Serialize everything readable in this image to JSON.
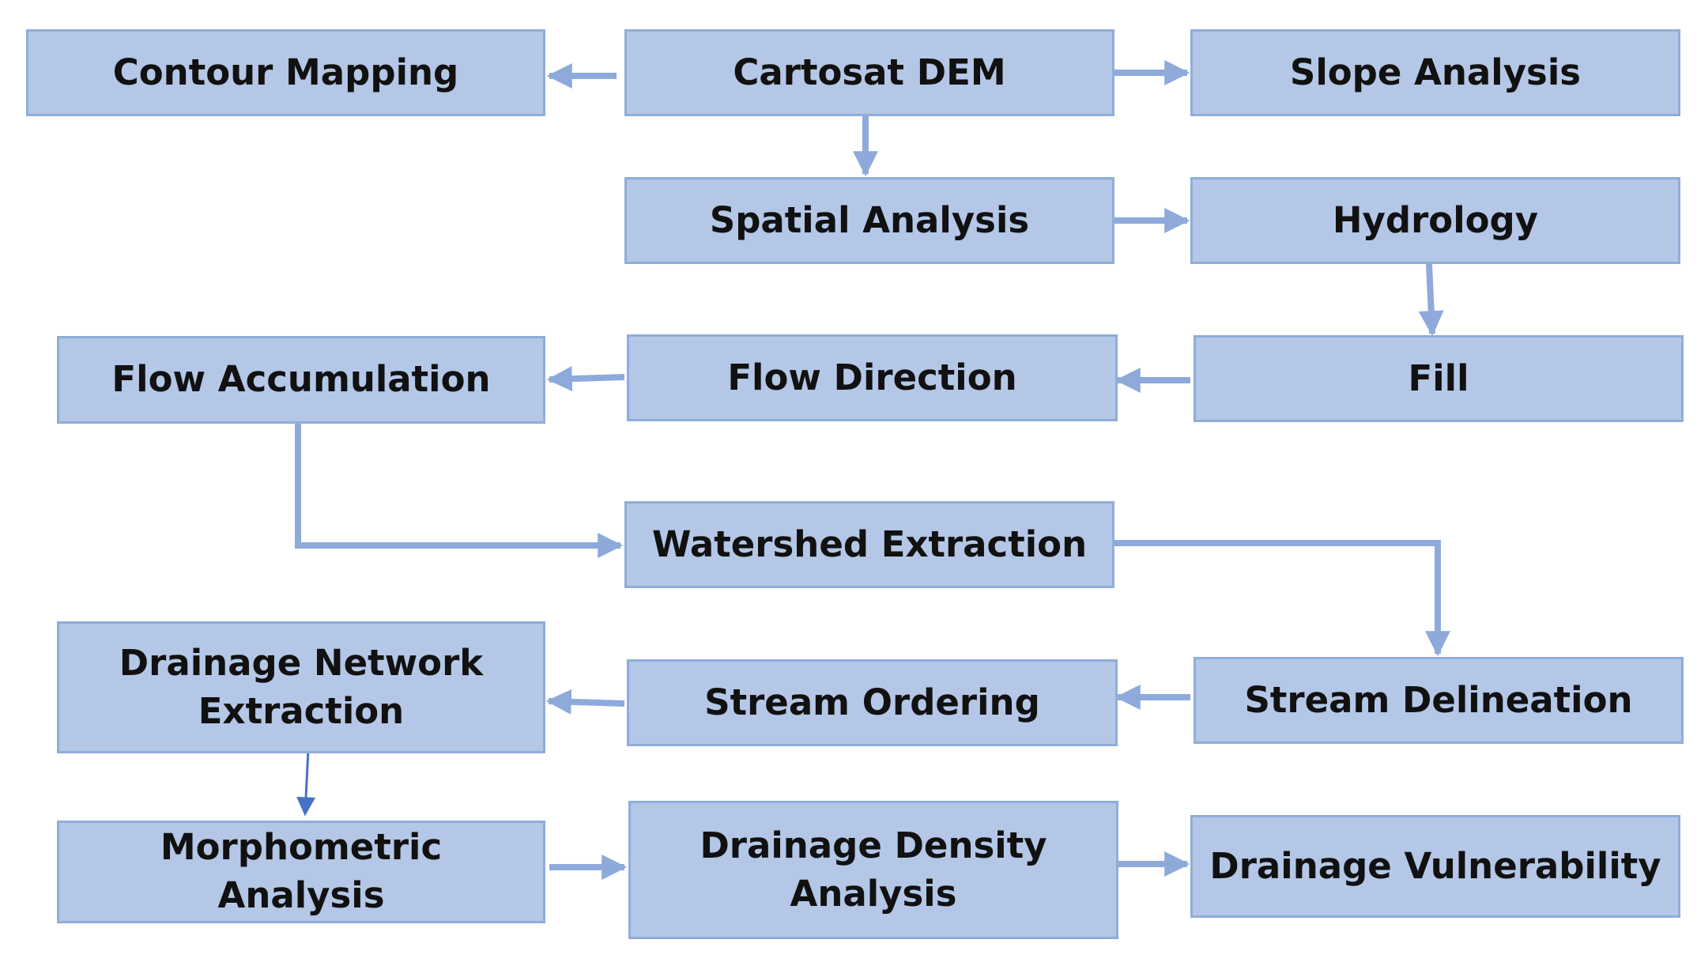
{
  "diagram": {
    "type": "flowchart",
    "colors": {
      "node_fill": "#b4c7e7",
      "node_border": "#8fadd9",
      "arrow": "#8eaadb",
      "arrow_thin": "#4472c4",
      "text": "#111111"
    },
    "nodes": {
      "contour_mapping": "Contour Mapping",
      "cartosat_dem": "Cartosat DEM",
      "slope_analysis": "Slope Analysis",
      "spatial_analysis": "Spatial Analysis",
      "hydrology": "Hydrology",
      "flow_accumulation": "Flow Accumulation",
      "flow_direction": "Flow Direction",
      "fill": "Fill",
      "watershed_extraction": "Watershed Extraction",
      "drainage_network_extraction": "Drainage Network\nExtraction",
      "stream_ordering": "Stream Ordering",
      "stream_delineation": "Stream Delineation",
      "morphometric_analysis": "Morphometric\nAnalysis",
      "drainage_density_analysis": "Drainage Density\nAnalysis",
      "drainage_vulnerability": "Drainage Vulnerability"
    },
    "edges": [
      {
        "from": "cartosat_dem",
        "to": "contour_mapping"
      },
      {
        "from": "cartosat_dem",
        "to": "slope_analysis"
      },
      {
        "from": "cartosat_dem",
        "to": "spatial_analysis"
      },
      {
        "from": "spatial_analysis",
        "to": "hydrology"
      },
      {
        "from": "hydrology",
        "to": "fill"
      },
      {
        "from": "fill",
        "to": "flow_direction"
      },
      {
        "from": "flow_direction",
        "to": "flow_accumulation"
      },
      {
        "from": "flow_accumulation",
        "to": "watershed_extraction"
      },
      {
        "from": "watershed_extraction",
        "to": "stream_delineation"
      },
      {
        "from": "stream_delineation",
        "to": "stream_ordering"
      },
      {
        "from": "stream_ordering",
        "to": "drainage_network_extraction"
      },
      {
        "from": "drainage_network_extraction",
        "to": "morphometric_analysis"
      },
      {
        "from": "morphometric_analysis",
        "to": "drainage_density_analysis"
      },
      {
        "from": "drainage_density_analysis",
        "to": "drainage_vulnerability"
      }
    ]
  }
}
